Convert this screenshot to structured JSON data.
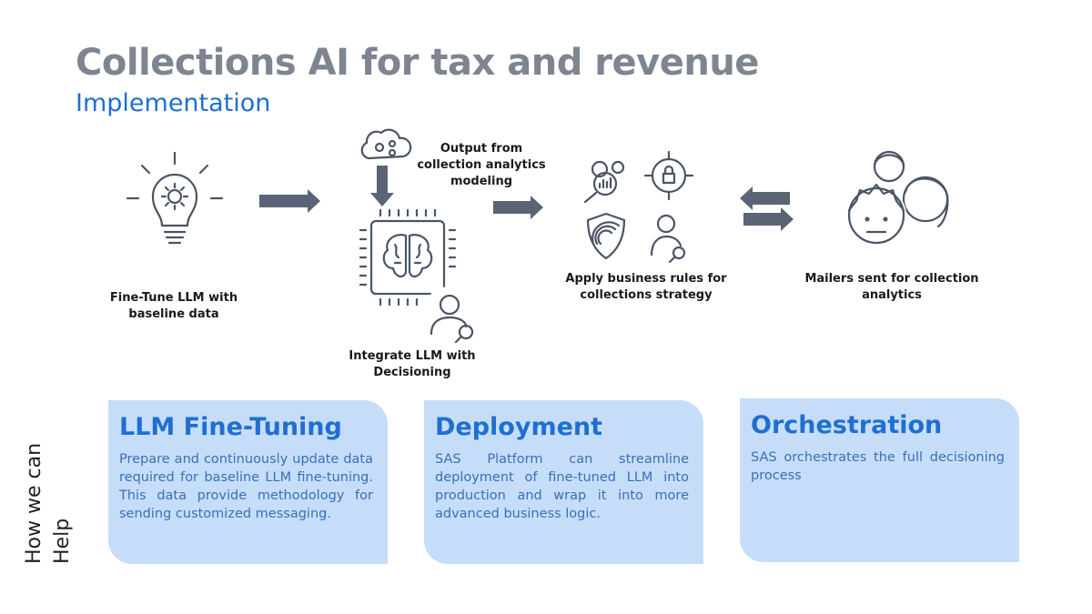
{
  "header": {
    "title": "Collections AI for tax and revenue",
    "subtitle": "Implementation"
  },
  "flow": {
    "steps": [
      {
        "label": "Fine-Tune LLM with baseline data"
      },
      {
        "label": "Output from collection analytics modeling"
      },
      {
        "label": "Integrate LLM with Decisioning"
      },
      {
        "label": "Apply business rules for collections strategy"
      },
      {
        "label": "Mailers sent for collection analytics"
      }
    ]
  },
  "side_label": {
    "line1": "How we can",
    "line2": "Help"
  },
  "cards": [
    {
      "title": "LLM Fine-Tuning",
      "body": "Prepare and continuously update data required for baseline LLM fine-tuning. This data provide methodology for sending customized messaging."
    },
    {
      "title": "Deployment",
      "body": "SAS Platform can streamline deployment of fine-tuned LLM into production and wrap it into more advanced business logic."
    },
    {
      "title": "Orchestration",
      "body": "SAS orchestrates the full decisioning process"
    }
  ],
  "colors": {
    "title": "#7d8591",
    "accent": "#1f6fd1",
    "card_bg": "#c6ddf9",
    "icon": "#4a5565"
  },
  "icons": [
    "lightbulb-gear-icon",
    "cloud-gears-icon",
    "ai-chip-brain-icon",
    "person-search-icon",
    "analytics-gears-icon",
    "secure-lock-icon",
    "shield-wireless-icon",
    "person-analytics-icon",
    "user-group-icon"
  ]
}
